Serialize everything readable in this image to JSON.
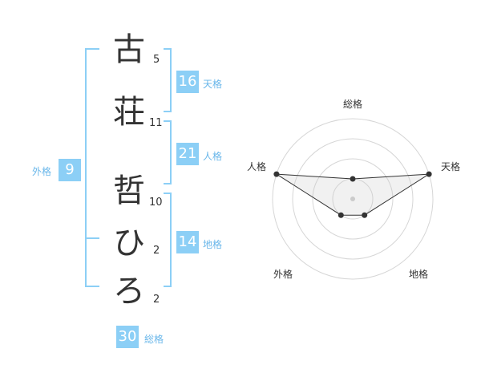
{
  "characters": [
    {
      "char": "古",
      "strokes": "5"
    },
    {
      "char": "荘",
      "strokes": "11"
    },
    {
      "char": "哲",
      "strokes": "10"
    },
    {
      "char": "ひ",
      "strokes": "2"
    },
    {
      "char": "ろ",
      "strokes": "2"
    }
  ],
  "fortunes": {
    "tenkaku": {
      "value": "16",
      "label": "天格"
    },
    "jinkaku": {
      "value": "21",
      "label": "人格"
    },
    "chikaku": {
      "value": "14",
      "label": "地格"
    },
    "gaikaku": {
      "value": "9",
      "label": "外格"
    },
    "soukaku": {
      "value": "30",
      "label": "総格"
    }
  },
  "radar": {
    "labels": {
      "top": "総格",
      "right": "天格",
      "bottom_right": "地格",
      "bottom_left": "外格",
      "left": "人格"
    },
    "values": {
      "soukaku": 0.25,
      "tenkaku": 1.0,
      "chikaku": 0.25,
      "gaikaku": 0.25,
      "jinkaku": 1.0
    }
  },
  "colors": {
    "accent": "#8ccff6",
    "label": "#6ab7ea"
  }
}
